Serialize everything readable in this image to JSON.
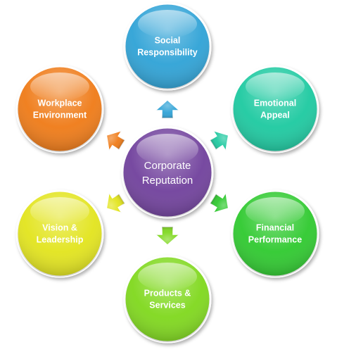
{
  "diagram": {
    "center": {
      "label_line1": "Corporate",
      "label_line2": "Reputation",
      "color": "#6f3f9c"
    },
    "nodes": [
      {
        "id": "social",
        "line1": "Social",
        "line2": "Responsibility",
        "color": "#2fa2d6",
        "direction": "up"
      },
      {
        "id": "emotional",
        "line1": "Emotional",
        "line2": "Appeal",
        "color": "#1fc9a0",
        "direction": "up-right"
      },
      {
        "id": "financial",
        "line1": "Financial",
        "line2": "Performance",
        "color": "#2ec92e",
        "direction": "down-right"
      },
      {
        "id": "products",
        "line1": "Products &",
        "line2": "Services",
        "color": "#7fd81f",
        "direction": "down"
      },
      {
        "id": "vision",
        "line1": "Vision &",
        "line2": "Leadership",
        "color": "#e2e41a",
        "direction": "down-left"
      },
      {
        "id": "workplace",
        "line1": "Workplace",
        "line2": "Environment",
        "color": "#ef7a16",
        "direction": "up-left"
      }
    ]
  }
}
